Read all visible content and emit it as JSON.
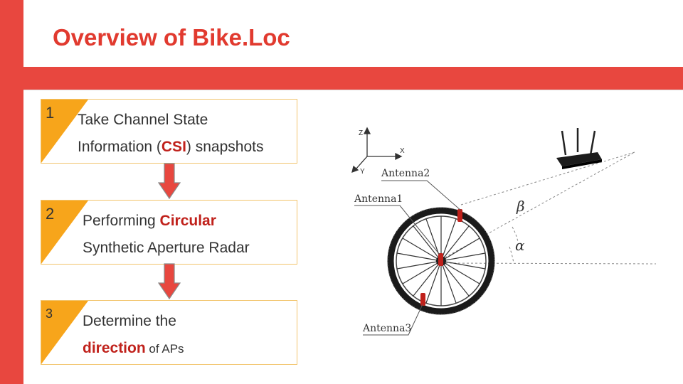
{
  "slide": {
    "title": "Overview of Bike.Loc",
    "accent_color": "#e8473f",
    "step_marker_color": "#f7a51b",
    "highlight_color": "#c0211b"
  },
  "steps": [
    {
      "number": "1",
      "line1": "Take Channel State",
      "line2_pre": "Information (",
      "line2_highlight": "CSI",
      "line2_post": ") snapshots"
    },
    {
      "number": "2",
      "line1_pre": "Performing ",
      "line1_highlight": "Circular",
      "line2": "Synthetic  Aperture Radar"
    },
    {
      "number": "3",
      "line1": "Determine the",
      "line2_highlight": "direction",
      "line2_post": " of APs"
    }
  ],
  "diagram": {
    "axis_z": "Z",
    "axis_x": "X",
    "axis_y": "Y",
    "antenna1": "Antenna1",
    "antenna2": "Antenna2",
    "antenna3": "Antenna3",
    "angle_beta": "β",
    "angle_alpha": "α",
    "router_icon": "router-icon",
    "wheel_icon": "bicycle-wheel-icon"
  }
}
